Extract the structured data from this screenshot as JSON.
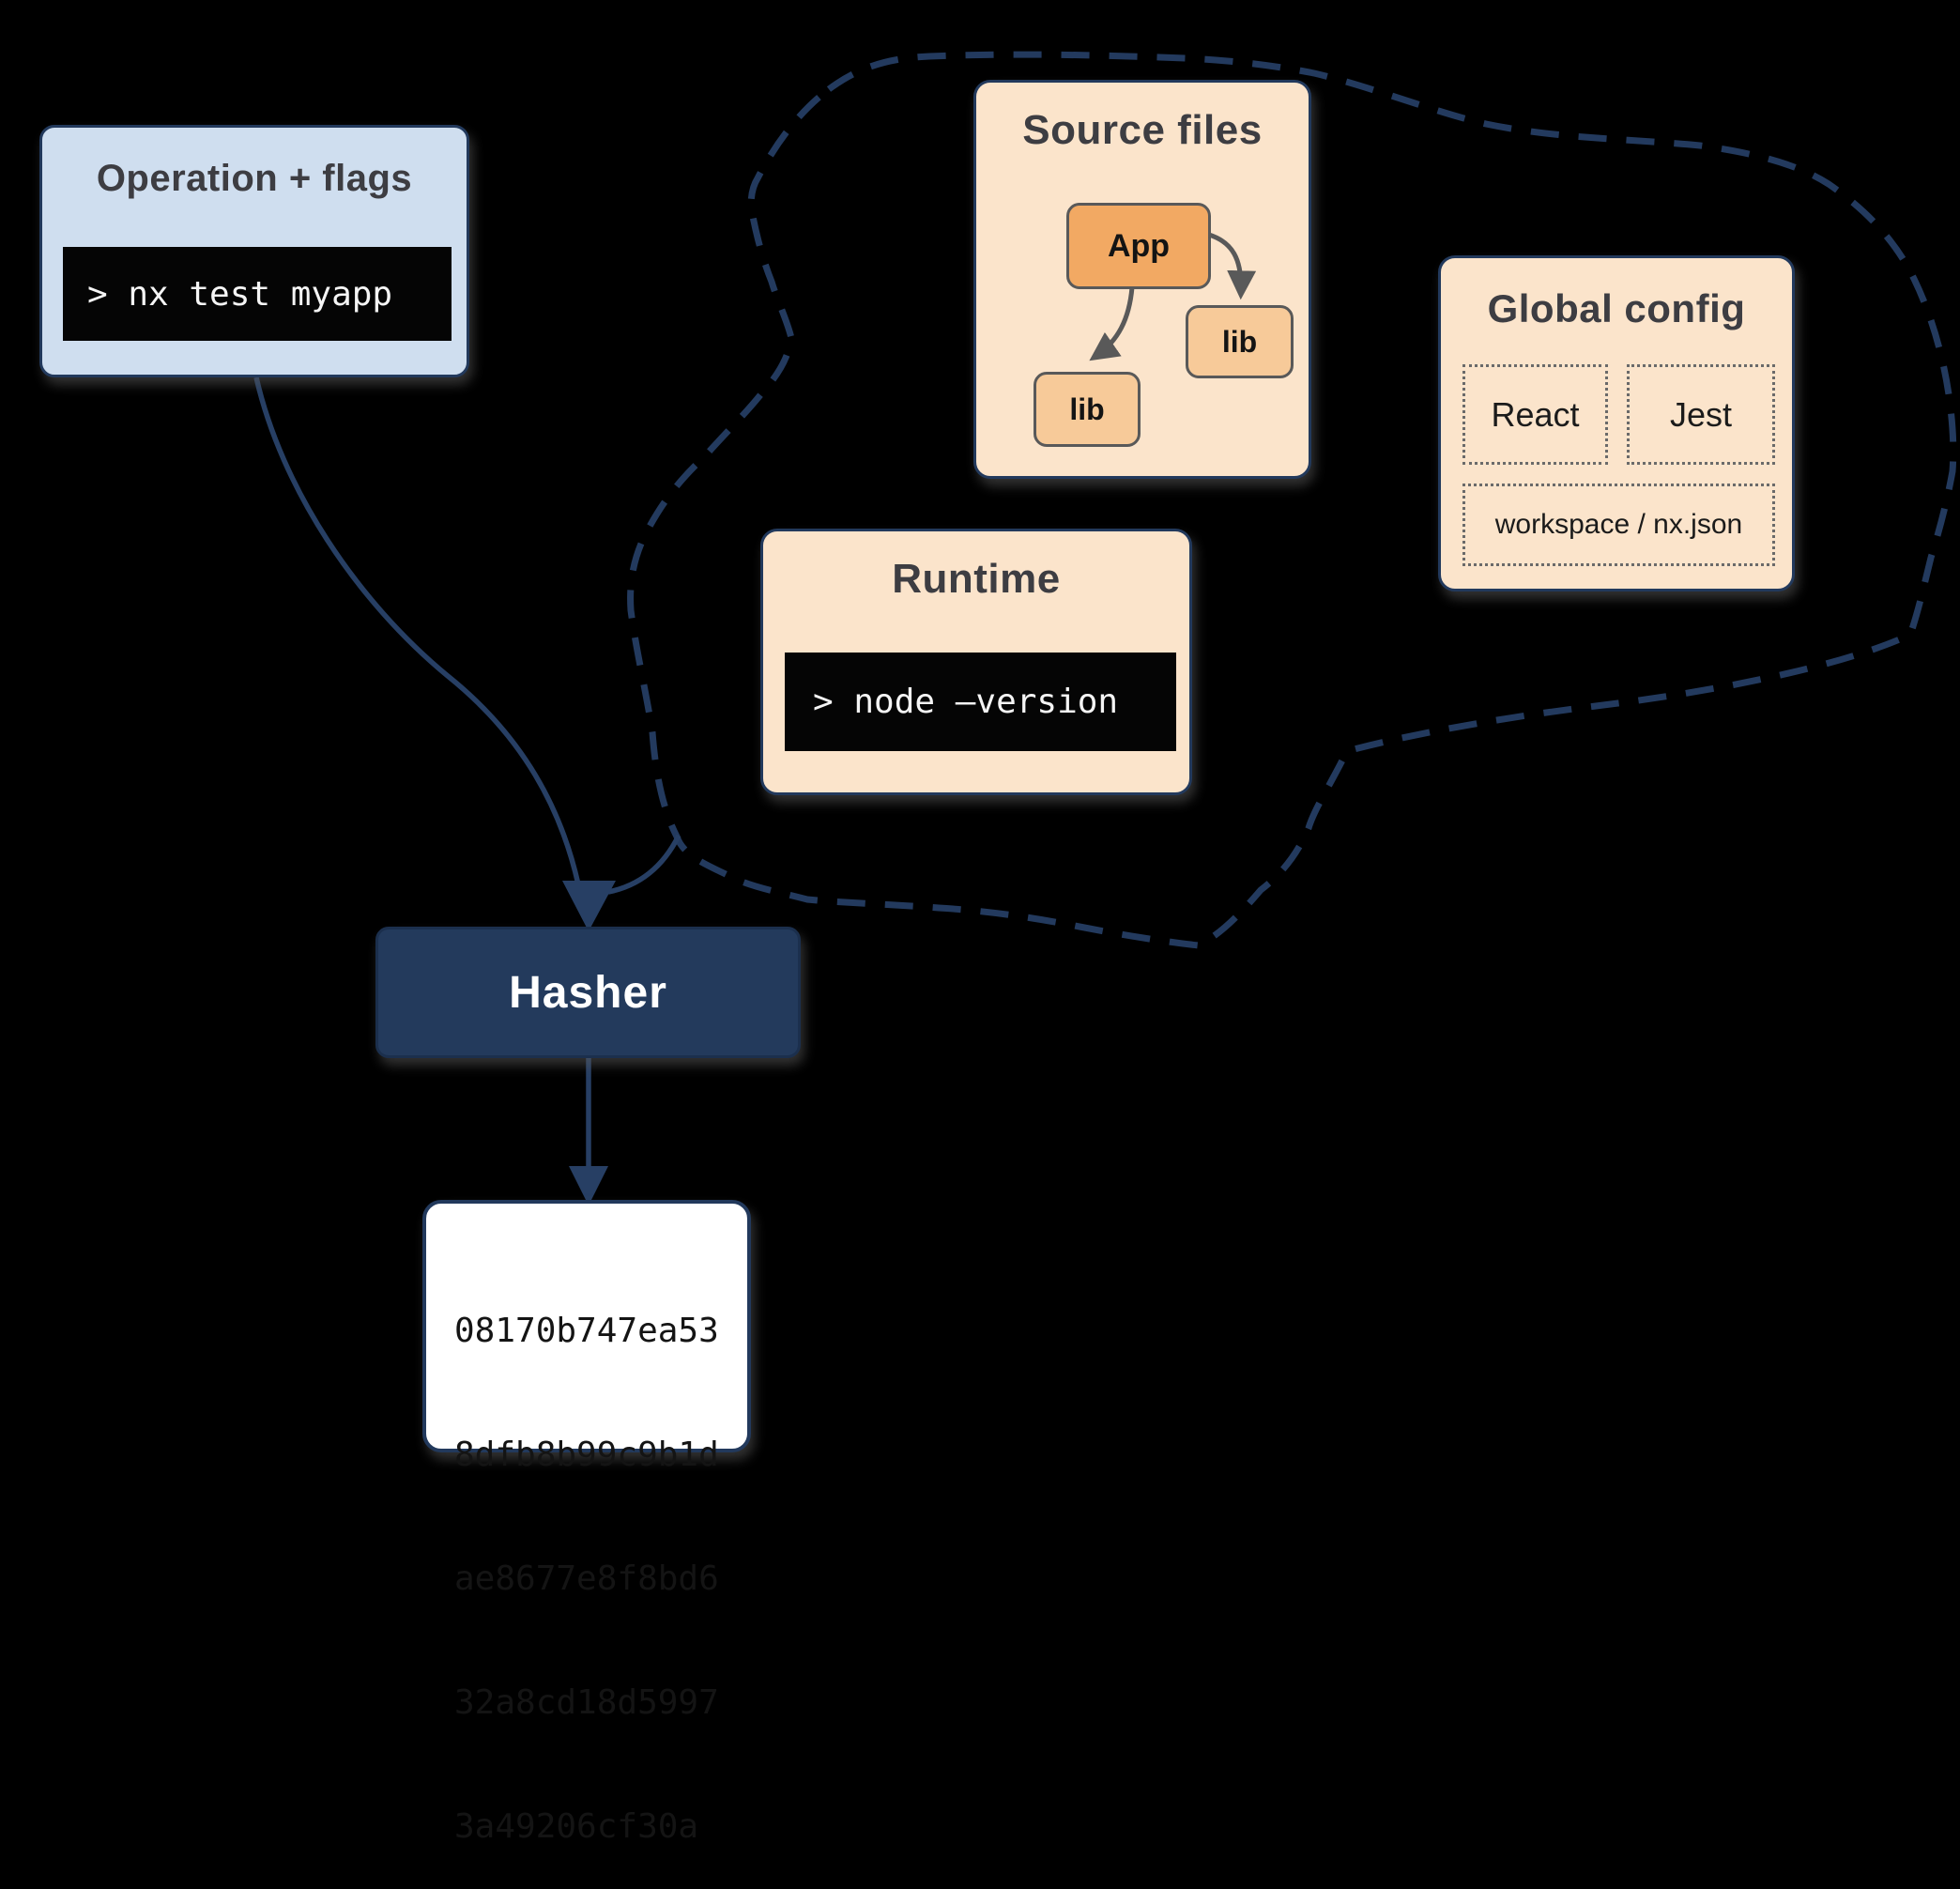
{
  "diagram": {
    "operation": {
      "title": "Operation + flags",
      "command": "> nx test myapp"
    },
    "cloud_inputs": {
      "source_files": {
        "title": "Source files",
        "app_label": "App",
        "lib_left_label": "lib",
        "lib_right_label": "lib"
      },
      "runtime": {
        "title": "Runtime",
        "command": "> node –version"
      },
      "global_config": {
        "title": "Global config",
        "items": [
          "React",
          "Jest",
          "workspace / nx.json"
        ]
      }
    },
    "hasher": {
      "label": "Hasher"
    },
    "hash_output": {
      "lines": [
        "08170b747ea53",
        "8dfb8b99c9b1d",
        "ae8677e8f8bd6",
        "32a8cd18d5997",
        "3a49206cf30a"
      ]
    }
  },
  "colors": {
    "navy": "#22395c",
    "light_blue": "#cfdeef",
    "peach": "#fbe4cb",
    "orange_app": "#f2a963",
    "orange_lib": "#f7ca99",
    "terminal_bg": "#050505",
    "terminal_text": "#f5f5f5",
    "title_text": "#3d3d42",
    "gray_arrow": "#595959"
  }
}
